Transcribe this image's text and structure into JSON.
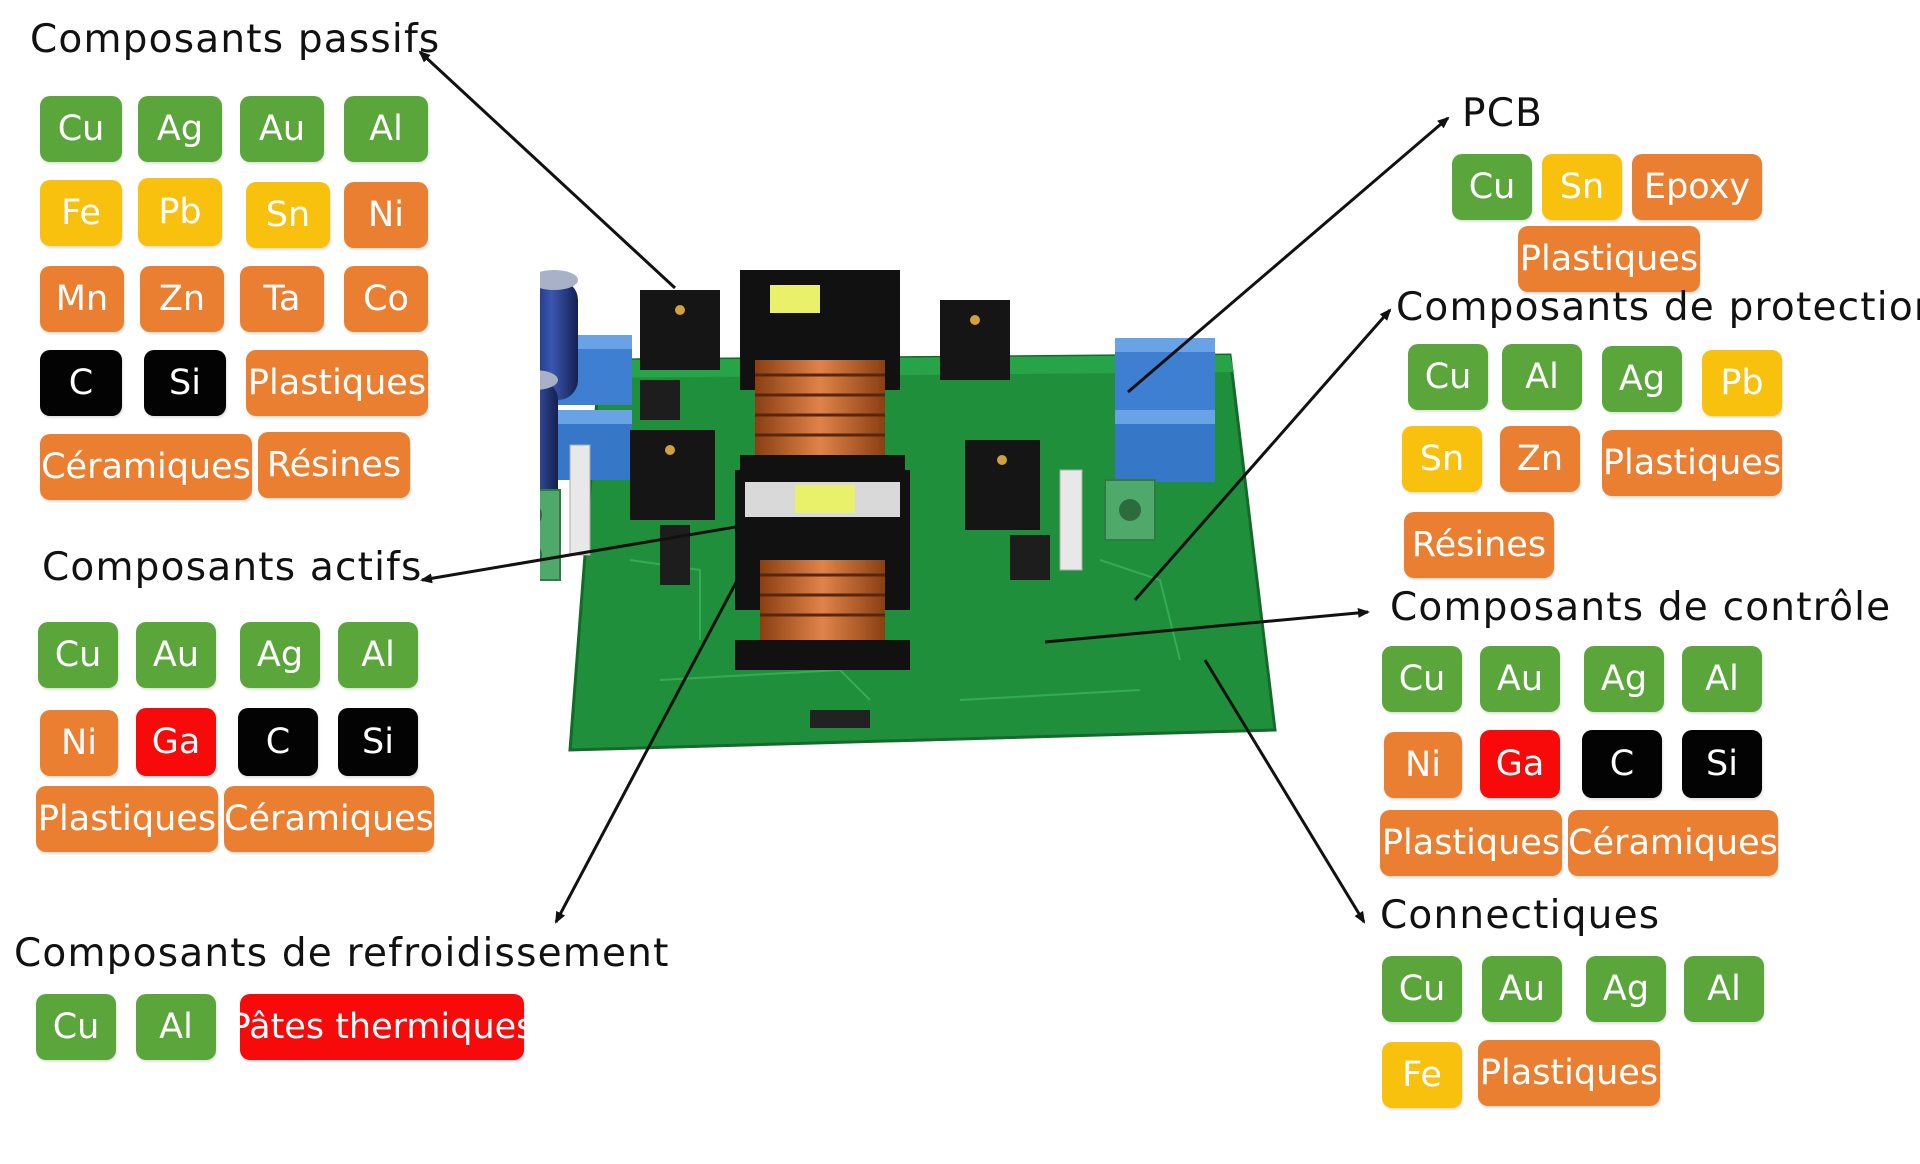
{
  "colors": {
    "green": "#5aa63b",
    "yellow": "#f8c10d",
    "orange": "#ea7e31",
    "black": "#030303",
    "red": "#f80a0a"
  },
  "image": {
    "subject": "power-electronics-pcb-board"
  },
  "groups": {
    "passifs": {
      "title": "Composants passifs",
      "chips": [
        "Cu",
        "Ag",
        "Au",
        "Al",
        "Fe",
        "Pb",
        "Sn",
        "Ni",
        "Mn",
        "Zn",
        "Ta",
        "Co",
        "C",
        "Si",
        "Plastiques",
        "Céramiques",
        "Résines"
      ]
    },
    "actifs": {
      "title": "Composants actifs",
      "chips": [
        "Cu",
        "Au",
        "Ag",
        "Al",
        "Ni",
        "Ga",
        "C",
        "Si",
        "Plastiques",
        "Céramiques"
      ]
    },
    "refroidissement": {
      "title": "Composants de refroidissement",
      "chips": [
        "Cu",
        "Al",
        "Pâtes thermiques"
      ]
    },
    "pcb": {
      "title": "PCB",
      "chips": [
        "Cu",
        "Sn",
        "Epoxy",
        "Plastiques"
      ]
    },
    "protection": {
      "title": "Composants de protection",
      "chips": [
        "Cu",
        "Al",
        "Ag",
        "Pb",
        "Sn",
        "Zn",
        "Plastiques",
        "Résines"
      ]
    },
    "controle": {
      "title": "Composants de contrôle",
      "chips": [
        "Cu",
        "Au",
        "Ag",
        "Al",
        "Ni",
        "Ga",
        "C",
        "Si",
        "Plastiques",
        "Céramiques"
      ]
    },
    "connectiques": {
      "title": "Connectiques",
      "chips": [
        "Cu",
        "Au",
        "Ag",
        "Al",
        "Fe",
        "Plastiques"
      ]
    }
  }
}
